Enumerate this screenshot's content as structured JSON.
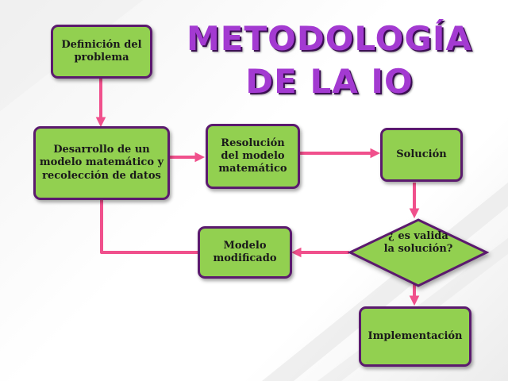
{
  "title": {
    "line1": "METODOLOGÍA",
    "line2": "DE LA IO"
  },
  "colors": {
    "box_fill": "#92d050",
    "box_border": "#5b1a6e",
    "arrow": "#f0508c",
    "title": "#a33ad1"
  },
  "nodes": {
    "definicion": "Definición del problema",
    "desarrollo": "Desarrollo de un modelo matemático y recolección de datos",
    "resolucion": "Resolución del modelo matemático",
    "solucion": "Solución",
    "valida": "¿ es valida la solución?",
    "modificado": "Modelo modificado",
    "implementacion": "Implementación"
  }
}
